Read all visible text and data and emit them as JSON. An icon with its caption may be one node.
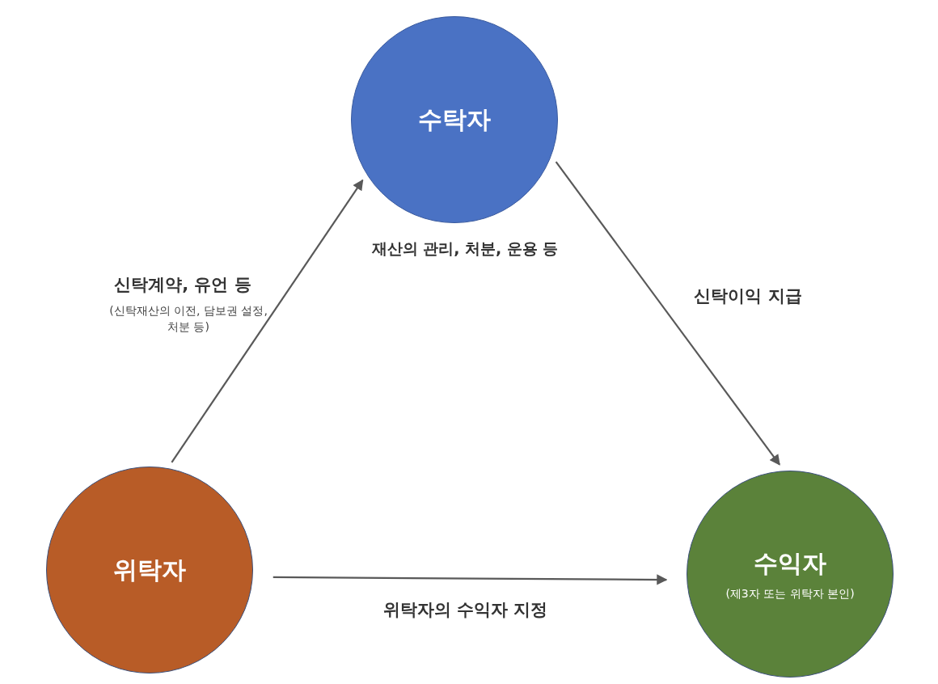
{
  "diagram": {
    "nodes": [
      {
        "text": [
          "수탁자"
        ],
        "beside": [
          "재산의 관리, 처분, 운용 등"
        ]
      },
      {
        "text": [
          "위탁자"
        ]
      },
      {
        "text": [
          "수익자",
          "(제3자 또는 위탁자 본인)"
        ]
      }
    ],
    "edges": [
      {
        "from": 1,
        "to": 0,
        "arrow": "to",
        "label": "신탁계약, 유언 등"
      },
      {
        "from": 0,
        "to": 2,
        "arrow": "to",
        "label": "신탁이익 지급"
      },
      {
        "from": 1,
        "to": 2,
        "arrow": "to",
        "label": "위탁자의 수익자 지정"
      }
    ],
    "labels": [
      "(신탁재산의 이전, 담보권 설정, 처분 등)"
    ]
  }
}
